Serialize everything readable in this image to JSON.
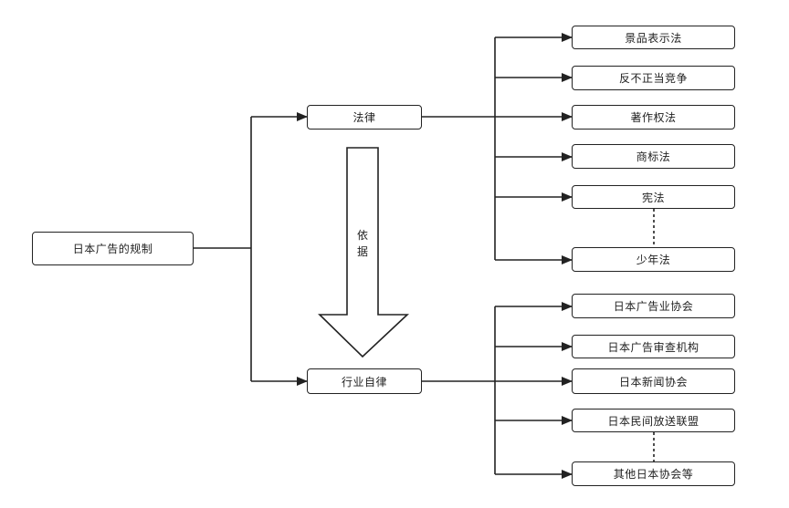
{
  "diagram": {
    "root": "日本广告的规制",
    "law": {
      "label": "法律",
      "children": [
        "景品表示法",
        "反不正当竞争",
        "著作权法",
        "商标法",
        "宪法",
        "少年法"
      ]
    },
    "self_regulation": {
      "label": "行业自律",
      "children": [
        "日本广告业协会",
        "日本广告审查机构",
        "日本新闻协会",
        "日本民间放送联盟",
        "其他日本协会等"
      ]
    },
    "arrow_label": [
      "依",
      "据"
    ]
  }
}
